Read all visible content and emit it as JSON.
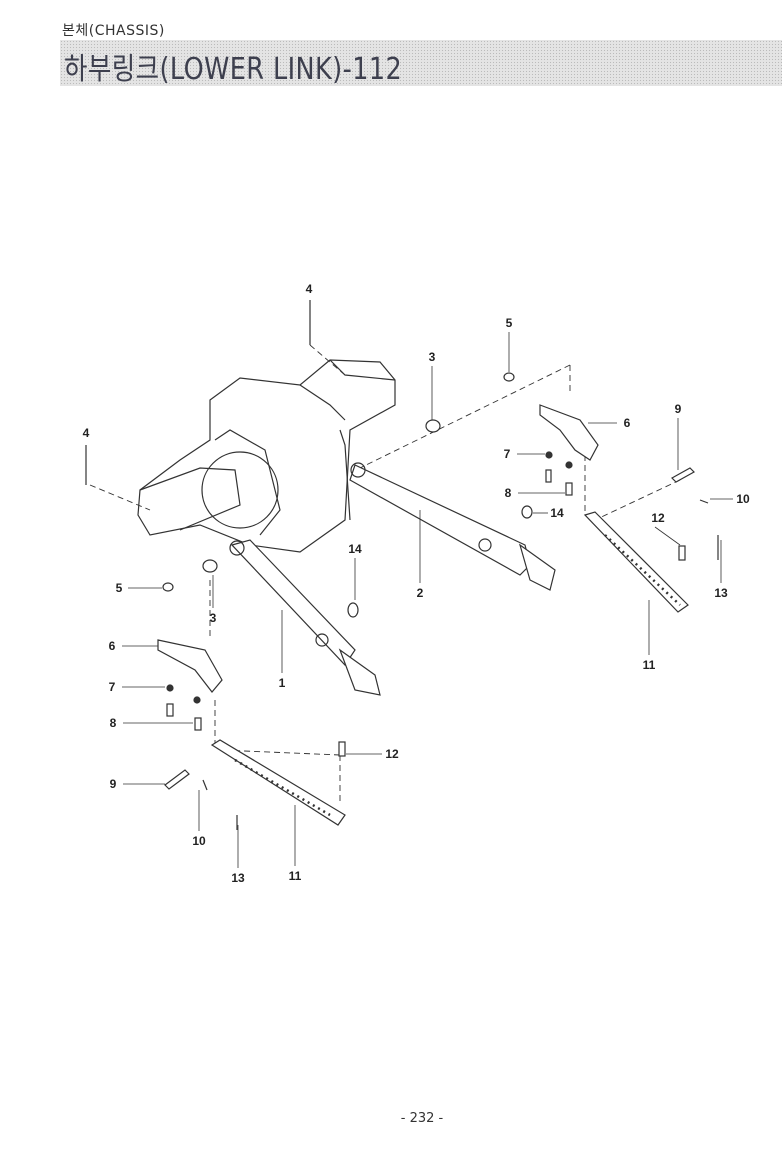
{
  "header": {
    "section": "본체(CHASSIS)",
    "title": "하부링크(LOWER LINK)-112"
  },
  "callouts": [
    "4",
    "5",
    "3",
    "4",
    "6",
    "9",
    "7",
    "8",
    "14",
    "10",
    "12",
    "2",
    "14",
    "5",
    "3",
    "13",
    "11",
    "6",
    "1",
    "7",
    "8",
    "12",
    "9",
    "10",
    "13",
    "11"
  ],
  "footer": {
    "page_number": "- 232 -"
  }
}
